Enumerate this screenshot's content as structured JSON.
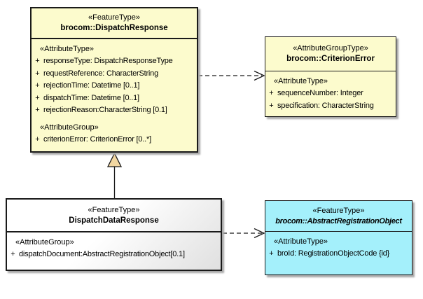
{
  "diagram_title": "",
  "ui": {
    "plus": "+"
  },
  "colors": {
    "class_fill_yellow": "#fcfbcd",
    "class_fill_cyan": "#a4f0fb",
    "class_fill_gradient_start": "#ffffff",
    "class_fill_gradient_end": "#e0e0e0",
    "border": "#1a1a1a",
    "generalization_triangle_fill": "#f2d7a1",
    "background": "#ffffff"
  },
  "classes": {
    "dispatchResponse": {
      "stereotype": "«FeatureType»",
      "name": "brocom::DispatchResponse",
      "sections": [
        {
          "heading": "«AttributeType»",
          "attributes": [
            "responseType: DispatchResponseType",
            "requestReference: CharacterString",
            "rejectionTime: Datetime [0..1]",
            "dispatchTime: Datetime [0..1]",
            "rejectionReason:CharacterString [0.1]"
          ]
        },
        {
          "heading": "«AttributeGroup»",
          "attributes": [
            "criterionError: CriterionError [0..*]"
          ]
        }
      ]
    },
    "criterionError": {
      "stereotype": "«AttributeGroupType»",
      "name": "brocom::CriterionError",
      "sections": [
        {
          "heading": "«AttributeType»",
          "attributes": [
            "sequenceNumber: Integer",
            "specification: CharacterString"
          ]
        }
      ]
    },
    "dispatchDataResponse": {
      "stereotype": "«FeatureType»",
      "name": "DispatchDataResponse",
      "sections": [
        {
          "heading": "«AttributeGroup»",
          "attributes": [
            "dispatchDocument:AbstractRegistrationObject[0.1]"
          ]
        }
      ]
    },
    "abstractRegistrationObject": {
      "stereotype": "«FeatureType»",
      "name": "brocom::AbstractRegistrationObject",
      "sections": [
        {
          "heading": "«AttributeType»",
          "attributes": [
            "broId: RegistrationObjectCode {id}"
          ]
        }
      ]
    }
  },
  "relationships": [
    {
      "type": "dependency",
      "from": "brocom::DispatchResponse",
      "to": "brocom::CriterionError",
      "line": "dashed",
      "arrowhead": "open"
    },
    {
      "type": "generalization",
      "from": "DispatchDataResponse",
      "to": "brocom::DispatchResponse",
      "line": "solid",
      "arrowhead": "hollow-triangle"
    },
    {
      "type": "dependency",
      "from": "DispatchDataResponse",
      "to": "brocom::AbstractRegistrationObject",
      "line": "dashed",
      "arrowhead": "open"
    }
  ]
}
